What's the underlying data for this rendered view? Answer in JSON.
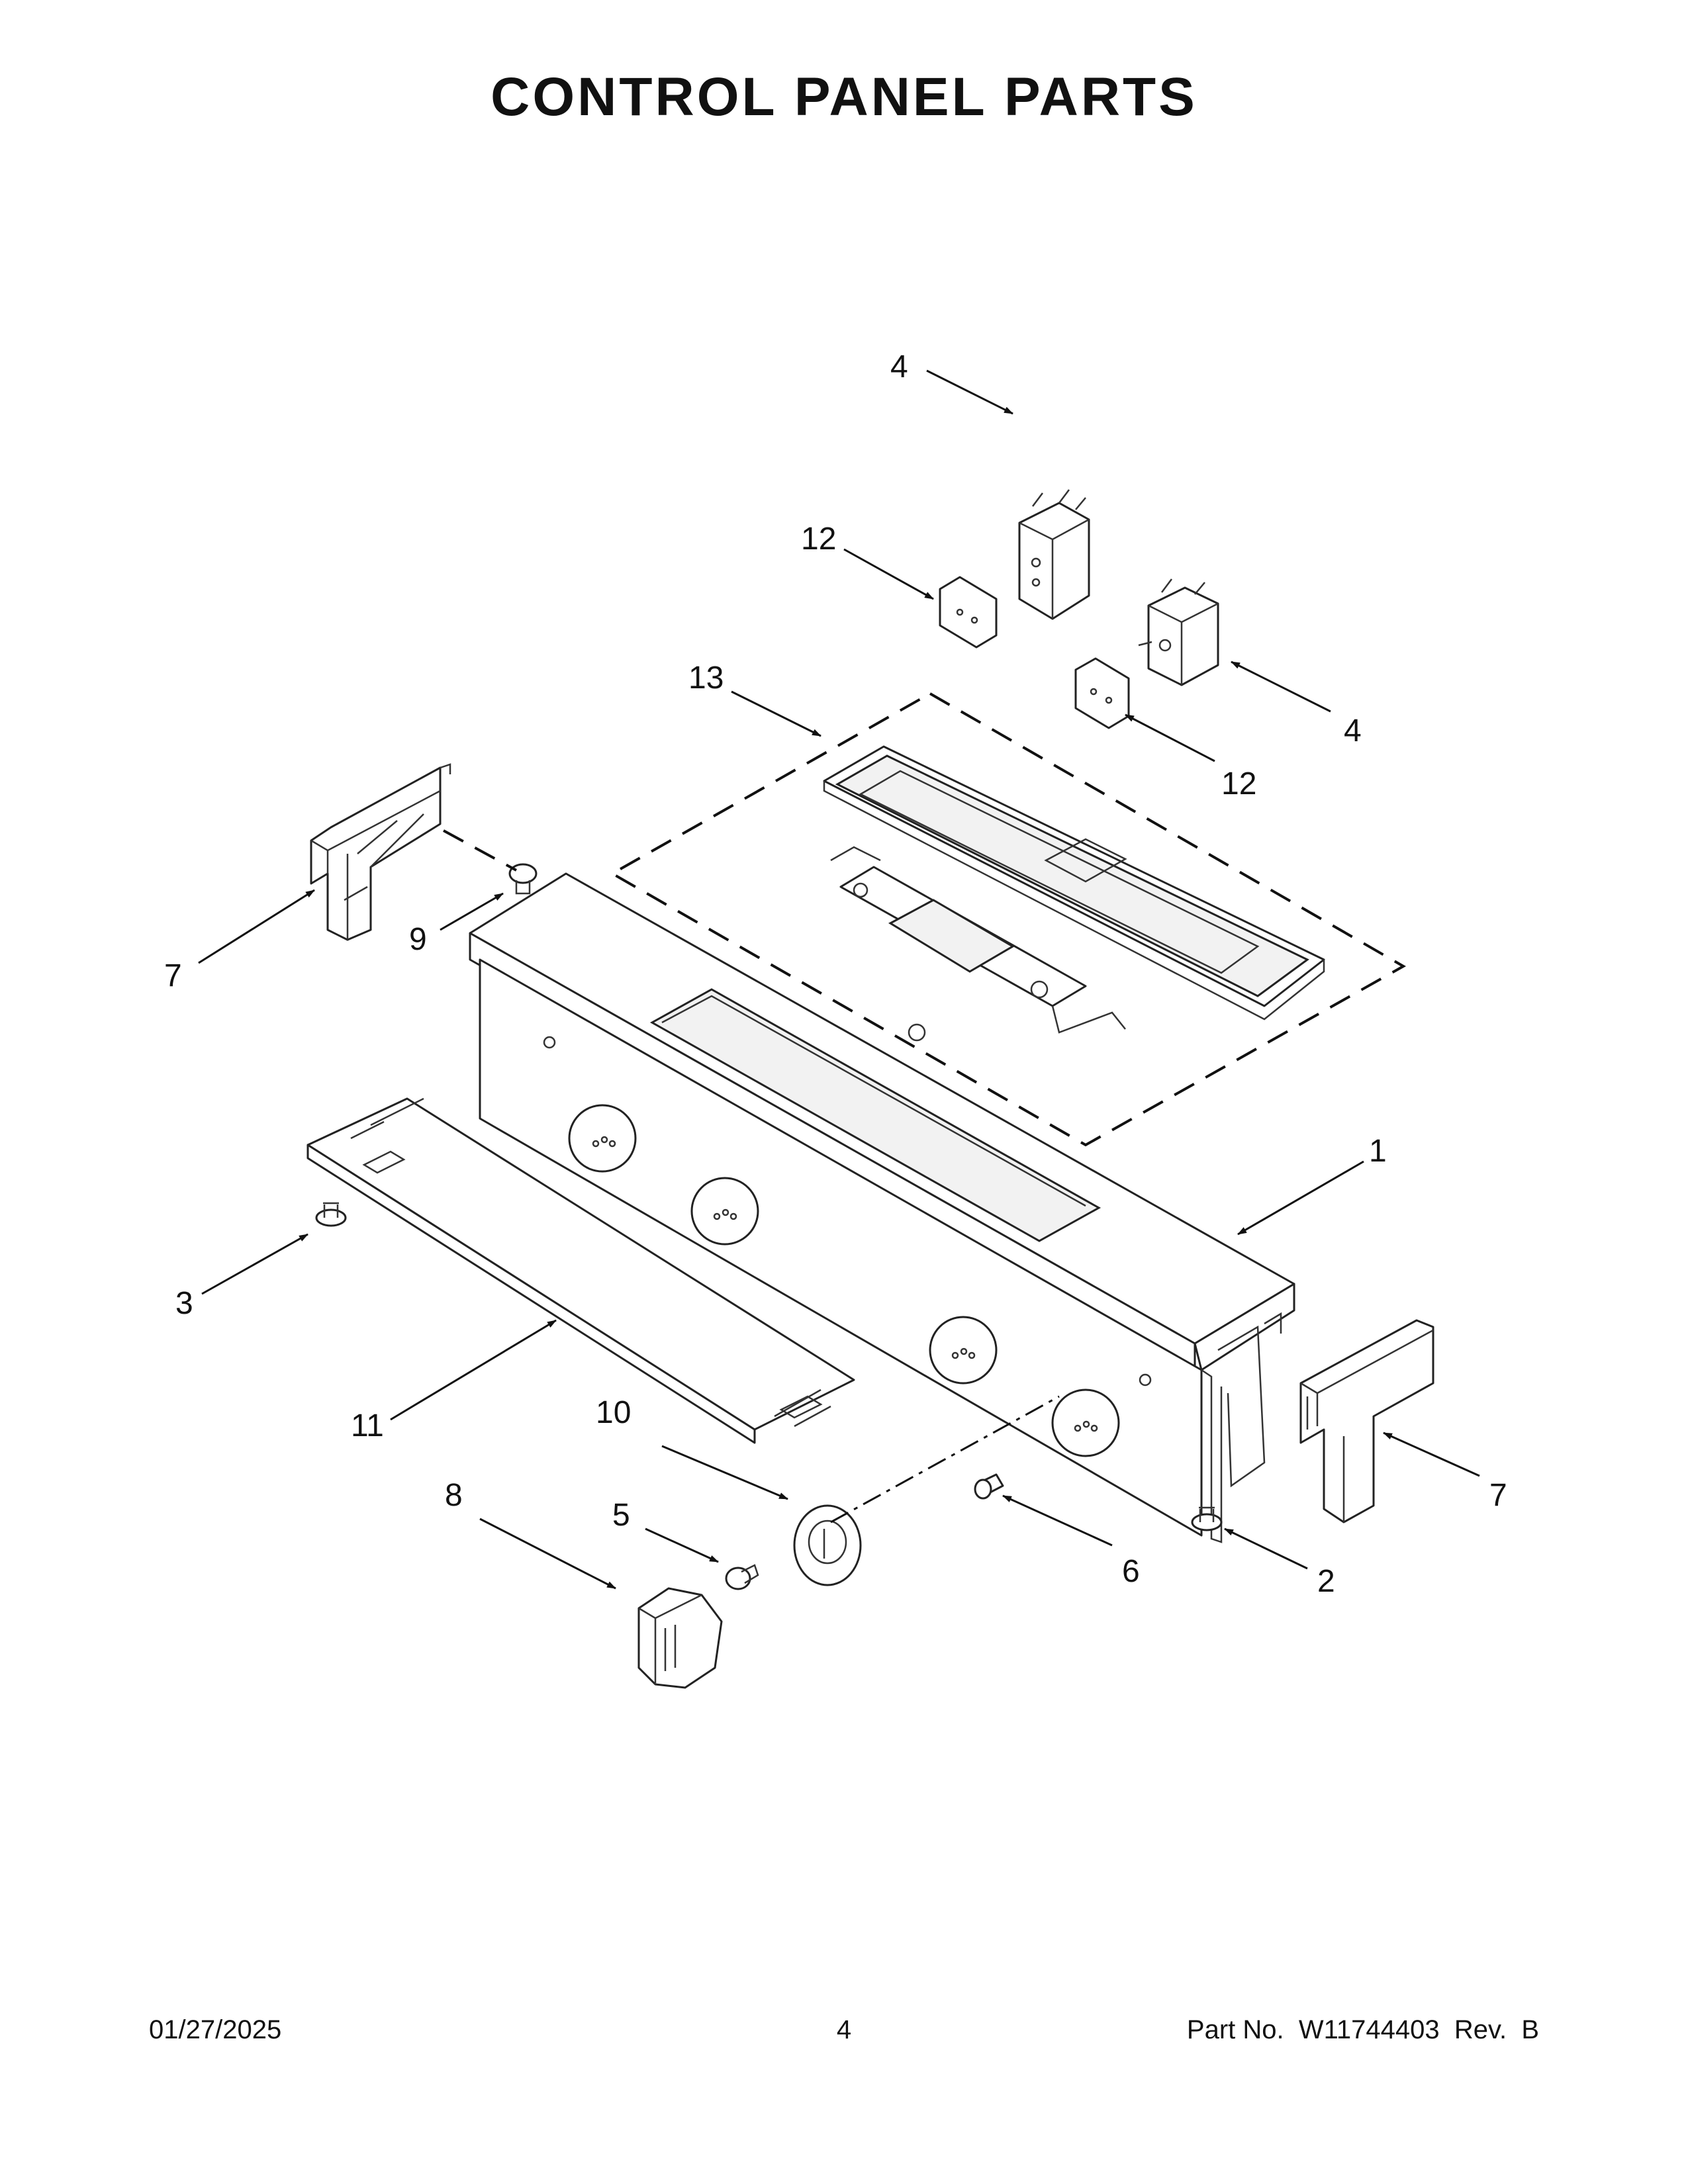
{
  "title": "CONTROL PANEL PARTS",
  "callouts": [
    "4",
    "12",
    "13",
    "4",
    "12",
    "7",
    "9",
    "1",
    "3",
    "11",
    "10",
    "8",
    "5",
    "6",
    "2",
    "7"
  ],
  "footer": {
    "date": "01/27/2025",
    "page": "4",
    "part_number": "Part No.  W11744403  Rev.  B"
  }
}
